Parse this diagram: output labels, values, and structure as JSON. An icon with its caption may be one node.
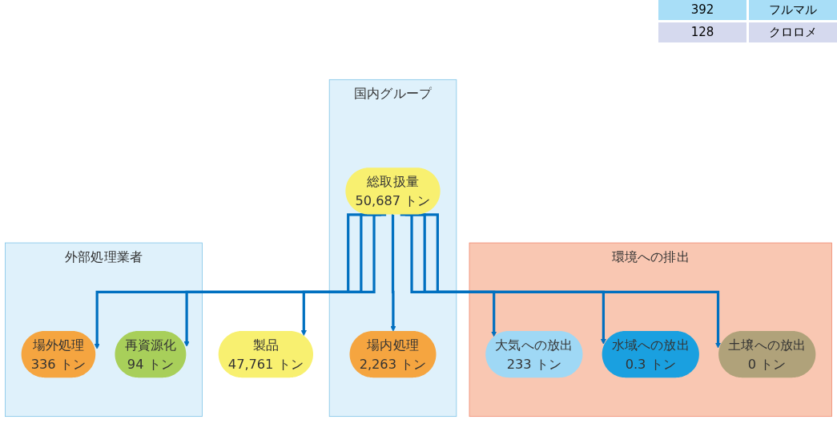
{
  "diagram": {
    "nodes": [
      {
        "text": [
          "環境への排出"
        ]
      },
      {
        "text": [
          "大気への放出",
          "233 トン"
        ],
        "in": 0
      },
      {
        "text": [
          "水域への放出",
          "0.3 トン"
        ],
        "in": 0
      },
      {
        "text": [
          "土壌への放出",
          "0 トン"
        ],
        "in": 0
      },
      {
        "text": [
          "国内グループ"
        ]
      },
      {
        "text": [
          "総取扱量",
          "50,687 トン"
        ],
        "in": 4
      },
      {
        "text": [
          "場内処理",
          "2,263 トン"
        ],
        "in": 4
      },
      {
        "text": [
          "製品",
          "47,761 トン"
        ]
      },
      {
        "text": [
          "外部処理業者"
        ]
      },
      {
        "text": [
          "場外処理",
          "336 トン"
        ],
        "in": 8
      },
      {
        "text": [
          "再資源化",
          "94 トン"
        ],
        "in": 8
      }
    ],
    "edges": [
      {
        "from": 5,
        "to": 1,
        "arrow": "to"
      },
      {
        "from": 5,
        "to": 2,
        "arrow": "to"
      },
      {
        "from": 5,
        "to": 3,
        "arrow": "to"
      },
      {
        "from": 5,
        "to": 7,
        "arrow": "to"
      },
      {
        "from": 5,
        "to": 6,
        "arrow": "to"
      },
      {
        "from": 5,
        "to": 9,
        "arrow": "to"
      },
      {
        "from": 5,
        "to": 10,
        "arrow": "to"
      }
    ],
    "labels": [
      "392",
      "フルマル",
      "128",
      "クロロメ"
    ]
  }
}
